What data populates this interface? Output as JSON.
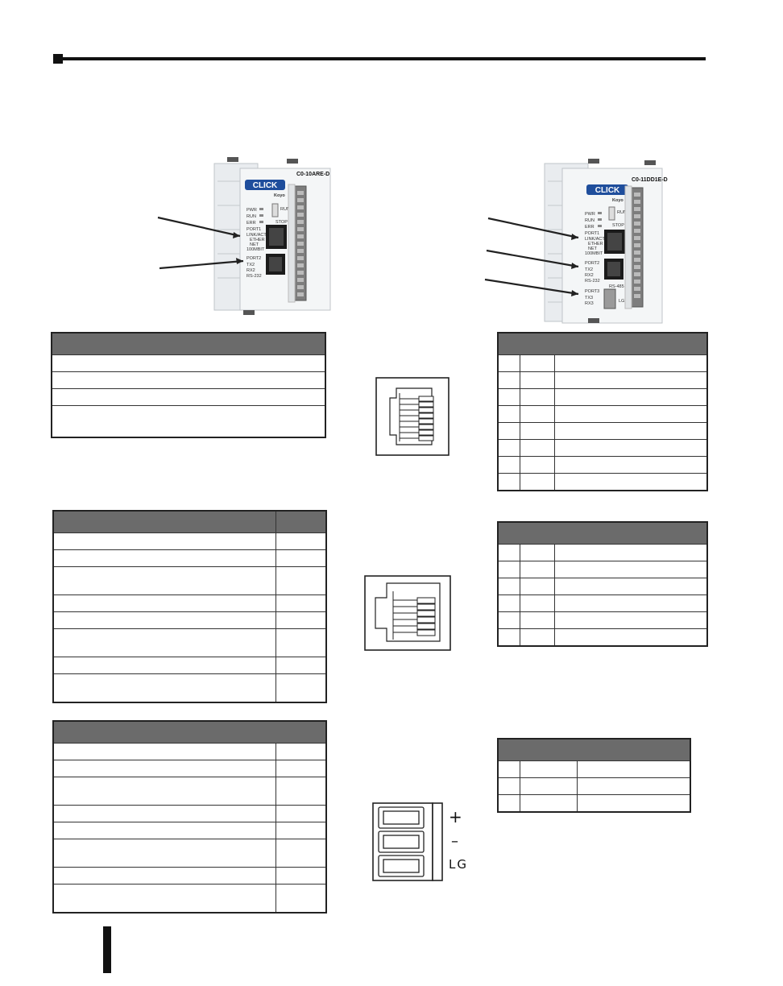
{
  "devices": [
    {
      "model": "C0-10ARE-D",
      "logo_text": "CLICK",
      "logo_sub": "Koyo",
      "led_labels": [
        "PWR",
        "RUN",
        "ERR",
        "PORT1"
      ],
      "switch_labels": [
        "RUN",
        "STOP"
      ],
      "port1_labels": [
        "LINK/ACT",
        "ETHER",
        "NET",
        "100MBIT"
      ],
      "port2_labels": [
        "PORT2",
        "TX2",
        "RX2",
        "RS-232"
      ]
    },
    {
      "model": "C0-11DD1E-D",
      "logo_text": "CLICK",
      "logo_sub": "Koyo",
      "led_labels": [
        "PWR",
        "RUN",
        "ERR",
        "PORT1"
      ],
      "switch_labels": [
        "RUN",
        "STOP"
      ],
      "port1_labels": [
        "LINK/ACT",
        "ETHER",
        "NET",
        "100MBIT"
      ],
      "port2_labels": [
        "PORT2",
        "TX2",
        "RX2",
        "RS-232"
      ],
      "port3_labels": [
        "RS-485",
        "PORT3",
        "TX3",
        "RX3",
        "LG"
      ]
    }
  ],
  "terminal": {
    "symbols": [
      "+",
      "–",
      "LG"
    ]
  },
  "colors": {
    "header_gray": "#6b6b6b",
    "rule_black": "#111111",
    "logo_blue": "#1f4e9c"
  }
}
